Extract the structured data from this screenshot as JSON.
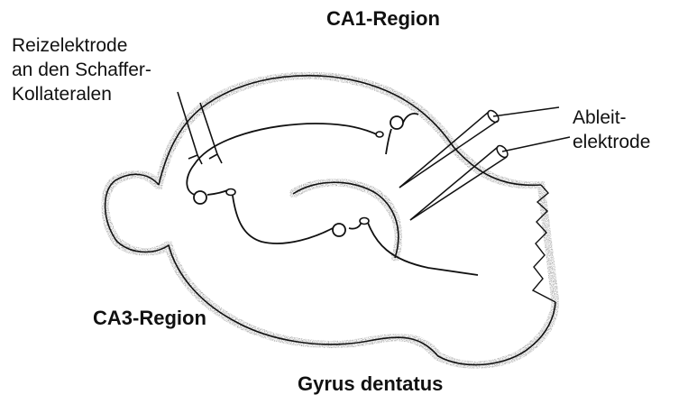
{
  "labels": {
    "ca1": "CA1-Region",
    "ca3": "CA3-Region",
    "gyrus": "Gyrus dentatus",
    "stim": [
      "Reizelektrode",
      "an den Schaffer-",
      "Kollateralen"
    ],
    "record": [
      "Ableit-",
      "elektrode"
    ]
  },
  "colors": {
    "ink": "#111111",
    "stipple": "#9a9a9a",
    "background": "#ffffff"
  }
}
